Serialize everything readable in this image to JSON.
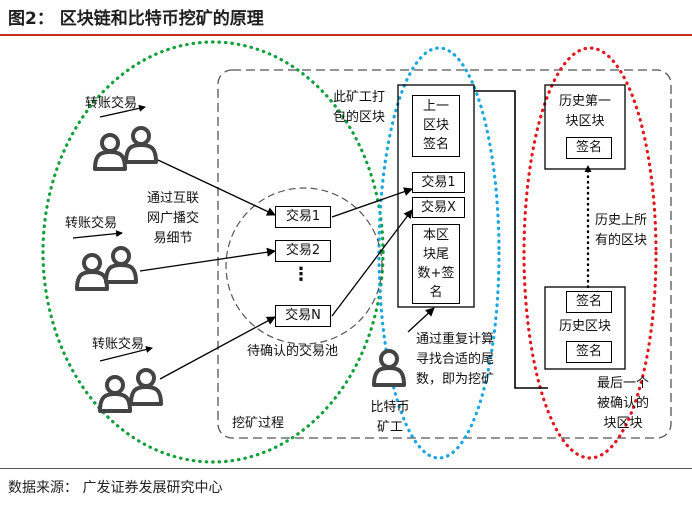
{
  "figure": {
    "title": "图2：  区块链和比特币挖矿的原理",
    "source": "数据来源：  广发证券发展研究中心"
  },
  "users": {
    "transfer_label": "转账交易"
  },
  "network_note": [
    "通过互联",
    "网广播交",
    "易细节"
  ],
  "pool": {
    "items": [
      "交易1",
      "交易2",
      "交易N"
    ],
    "ellipsis": "⋮",
    "label": "待确认的交易池"
  },
  "mining_label": "挖矿过程",
  "packed_label": [
    "此矿工打",
    "包的区块"
  ],
  "candidate_block": {
    "prev_sig": [
      "上一",
      "区块",
      "签名"
    ],
    "tx_a": "交易1",
    "tx_b": "交易X",
    "nonce_sig": [
      "本区",
      "块尾",
      "数+签",
      "名"
    ]
  },
  "miner": {
    "label": [
      "比特币",
      "矿工"
    ],
    "note": [
      "通过重复计算",
      "寻找合适的尾",
      "数，即为挖矿"
    ]
  },
  "history": {
    "first_title": [
      "历史第一",
      "块区块"
    ],
    "first_sig": "签名",
    "middle_note": [
      "历史上所",
      "有的区块"
    ],
    "last_sig_top": "签名",
    "last_title": "历史区块",
    "last_sig_bottom": "签名",
    "last_note": [
      "最后一个",
      "被确认的",
      "块区块"
    ]
  }
}
